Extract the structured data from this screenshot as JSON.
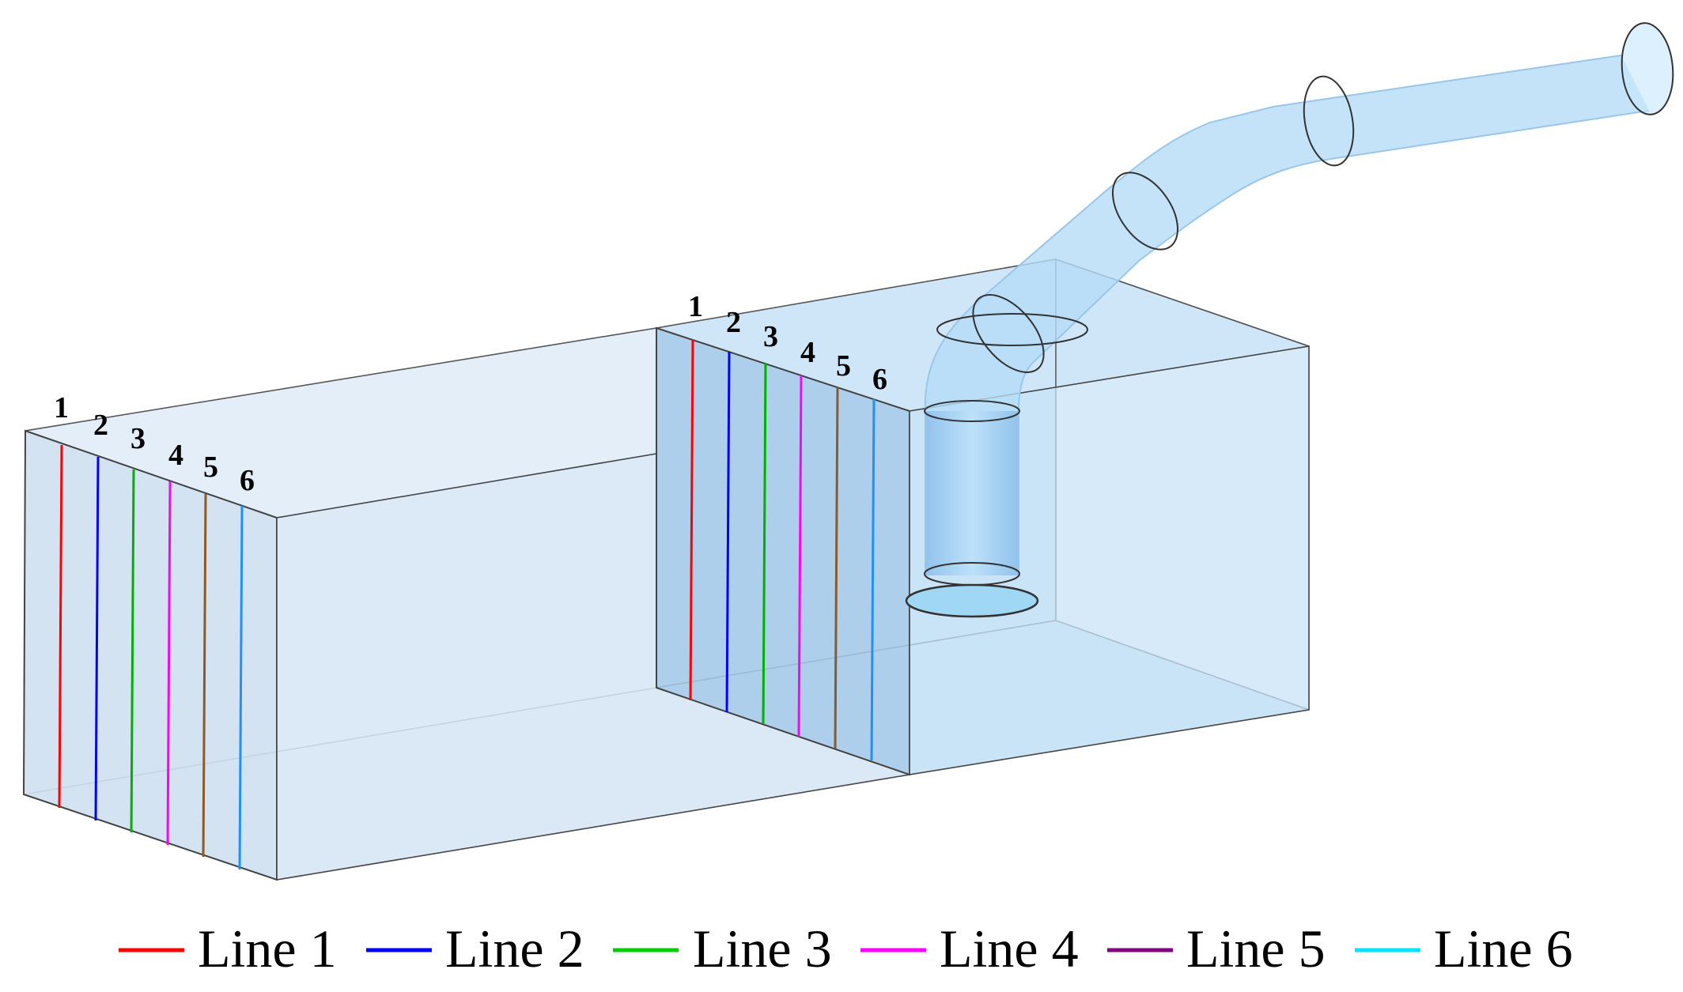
{
  "colors": {
    "line_1": "#ff0000",
    "line_2": "#0000ff",
    "line_3": "#00cc00",
    "line_4": "#ff00ff",
    "line_5": "#8b5a2b",
    "line_6": "#1e90ff",
    "box_fill": "#cfe3f5",
    "pipe_fill": "#9fcdf0"
  },
  "duct_1_labels": [
    "1",
    "2",
    "3",
    "4",
    "5",
    "6"
  ],
  "duct_2_labels": [
    "1",
    "2",
    "3",
    "4",
    "5",
    "6"
  ],
  "legend": [
    {
      "label": "Line 1",
      "color": "#ff0000"
    },
    {
      "label": "Line 2",
      "color": "#0000ff"
    },
    {
      "label": "Line 3",
      "color": "#00cc00"
    },
    {
      "label": "Line 4",
      "color": "#ff00ff"
    },
    {
      "label": "Line 5",
      "color": "#800080"
    },
    {
      "label": "Line 6",
      "color": "#00e5ff"
    }
  ]
}
